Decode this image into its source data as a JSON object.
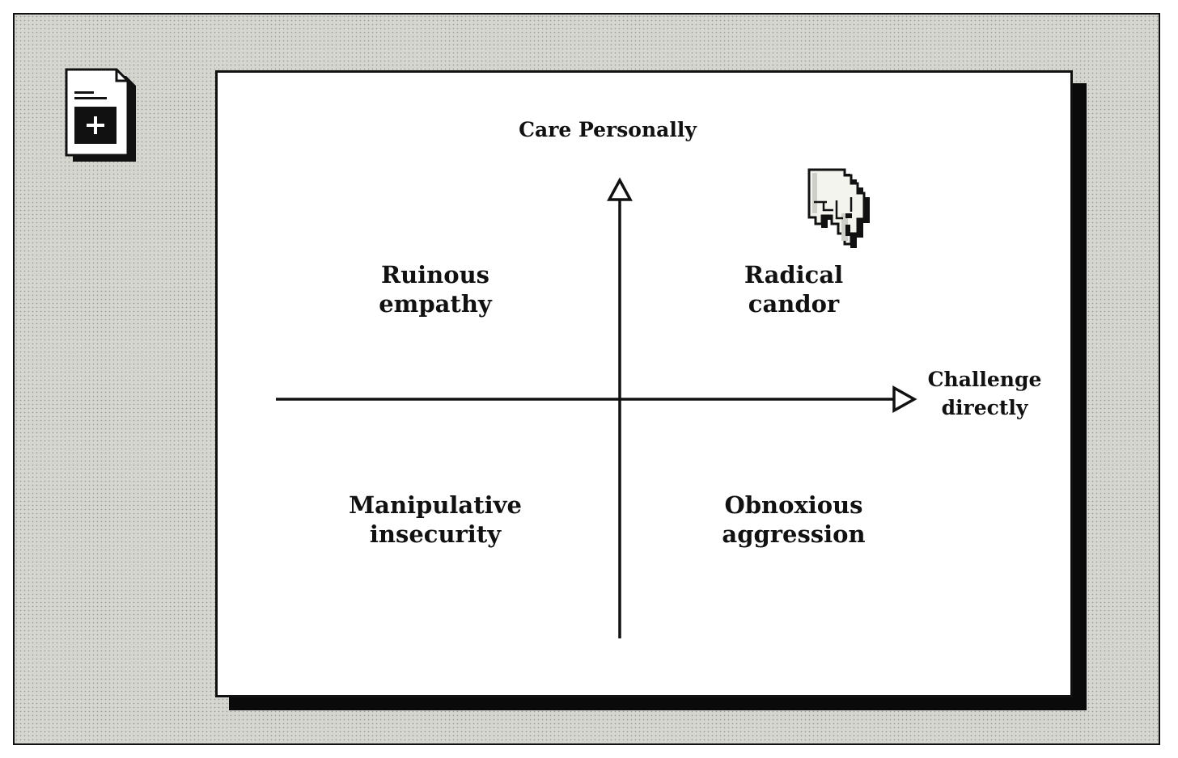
{
  "diagram": {
    "y_axis_label": "Care Personally",
    "x_axis_label": [
      "Challenge",
      "directly"
    ],
    "quadrants": {
      "top_left": [
        "Ruinous",
        "empathy"
      ],
      "top_right": [
        "Radical",
        "candor"
      ],
      "bottom_left": [
        "Manipulative",
        "insecurity"
      ],
      "bottom_right": [
        "Obnoxious",
        "aggression"
      ]
    }
  },
  "icons": {
    "desktop_icon": "new-document-icon",
    "cursor": "pointing-hand-cursor-icon"
  },
  "colors": {
    "desktop_background": "#d6d6d1",
    "window_background": "#ffffff",
    "ink": "#111111"
  }
}
